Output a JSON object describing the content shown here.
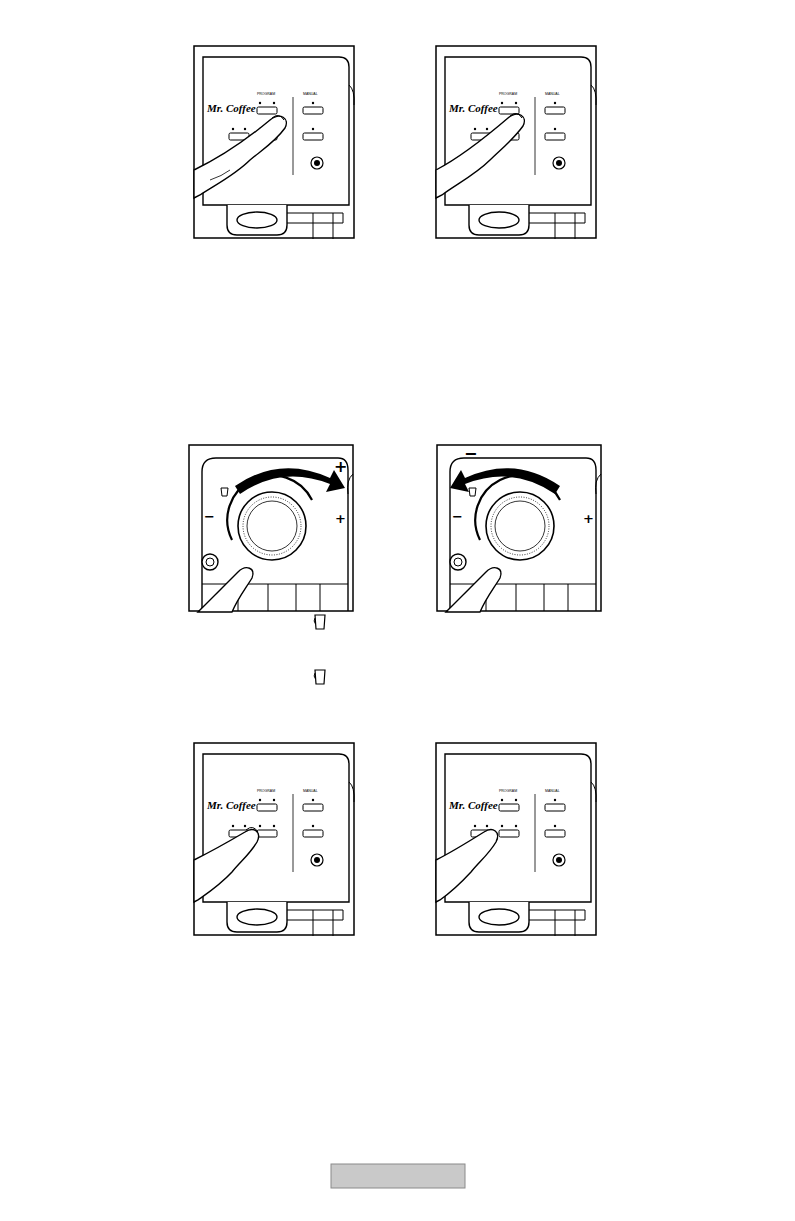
{
  "diagram": {
    "labels": [
      "Mr. Coffee",
      "Mr. Coffee",
      "+",
      "−",
      "+",
      "−",
      "−",
      "+",
      "Mr. Coffee",
      "Mr. Coffee"
    ]
  }
}
